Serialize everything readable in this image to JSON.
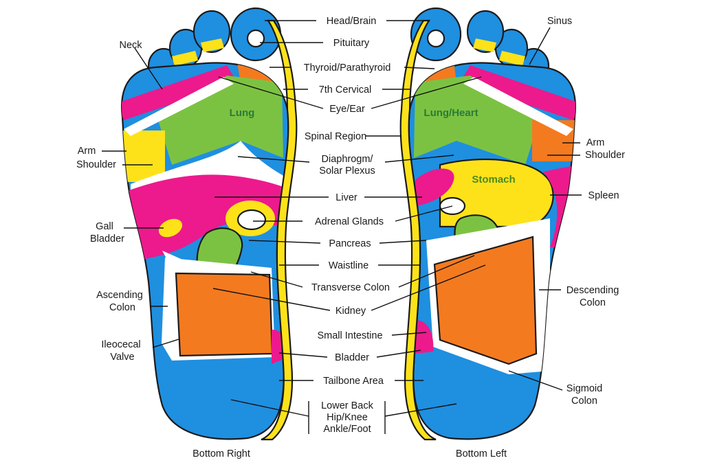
{
  "colors": {
    "blue": "#1f8fe0",
    "yellow": "#fde21a",
    "magenta": "#ec1a8c",
    "orange": "#f47a20",
    "green": "#7cc242",
    "white": "#ffffff",
    "outline": "#1a1a1a"
  },
  "labels": {
    "head_brain": "Head/Brain",
    "pituitary": "Pituitary",
    "thyroid": "Thyroid/Parathyroid",
    "cervical": "7th Cervical",
    "eye_ear": "Eye/Ear",
    "spinal": "Spinal Region",
    "diaphragm_1": "Diaphrogm/",
    "diaphragm_2": "Solar Plexus",
    "liver": "Liver",
    "adrenal": "Adrenal Glands",
    "pancreas": "Pancreas",
    "waistline": "Waistline",
    "transverse": "Transverse Colon",
    "kidney": "Kidney",
    "small_intestine": "Small Intestine",
    "bladder": "Bladder",
    "tailbone": "Tailbone Area",
    "lower_back_1": "Lower Back",
    "lower_back_2": "Hip/Knee",
    "lower_back_3": "Ankle/Foot",
    "neck": "Neck",
    "arm_l1": "Arm",
    "arm_l2": "Shoulder",
    "gall_1": "Gall",
    "gall_2": "Bladder",
    "asc_1": "Ascending",
    "asc_2": "Colon",
    "ileo_1": "Ileocecal",
    "ileo_2": "Valve",
    "sinus": "Sinus",
    "arm_r1": "Arm",
    "arm_r2": "Shoulder",
    "spleen": "Spleen",
    "desc_1": "Descending",
    "desc_2": "Colon",
    "sig_1": "Sigmoid",
    "sig_2": "Colon",
    "lung": "Lung",
    "lung_heart": "Lung/Heart",
    "stomach": "Stomach",
    "bottom_right": "Bottom Right",
    "bottom_left": "Bottom Left"
  }
}
